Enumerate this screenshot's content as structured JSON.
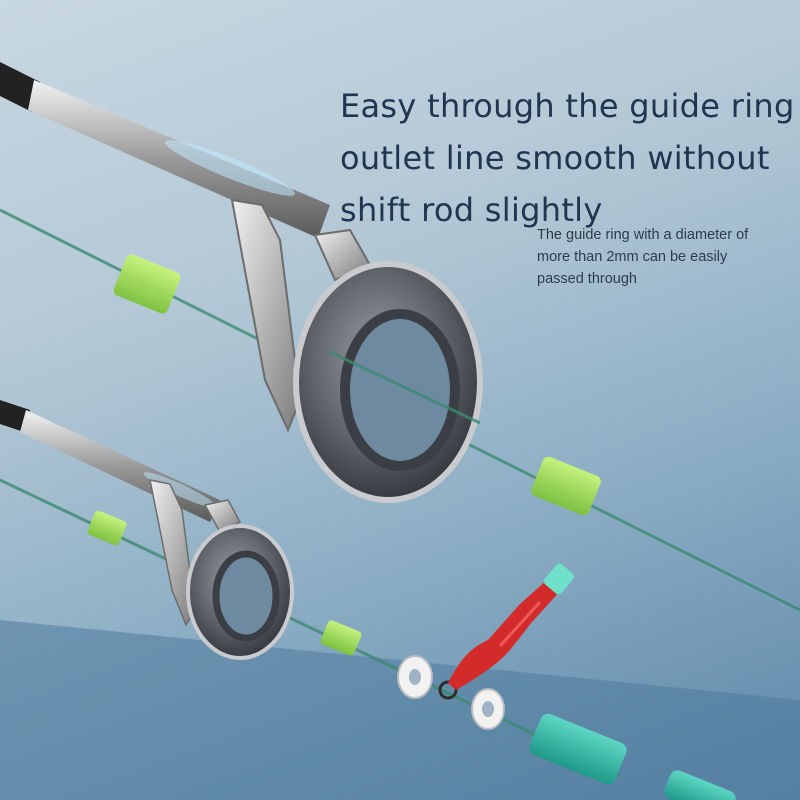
{
  "headline": {
    "line1": "Easy through the guide ring",
    "line2": "outlet line smooth without",
    "line3": "shift rod slightly"
  },
  "caption": {
    "line1": "The guide ring with a diameter of",
    "line2": "more than 2mm can be easily",
    "line3": "passed through"
  },
  "colors": {
    "headline": "#1f3550",
    "caption": "#2c3b4c",
    "background_light": "#c9d8e2",
    "background_dark": "#4f7a9c",
    "fishing_line": "#3d8a72",
    "float_bead_green": "#9be04a",
    "bobber_red": "#d32a2a",
    "sleeve_teal": "#2fb4a2",
    "guide_ring": "#4a4e55"
  }
}
